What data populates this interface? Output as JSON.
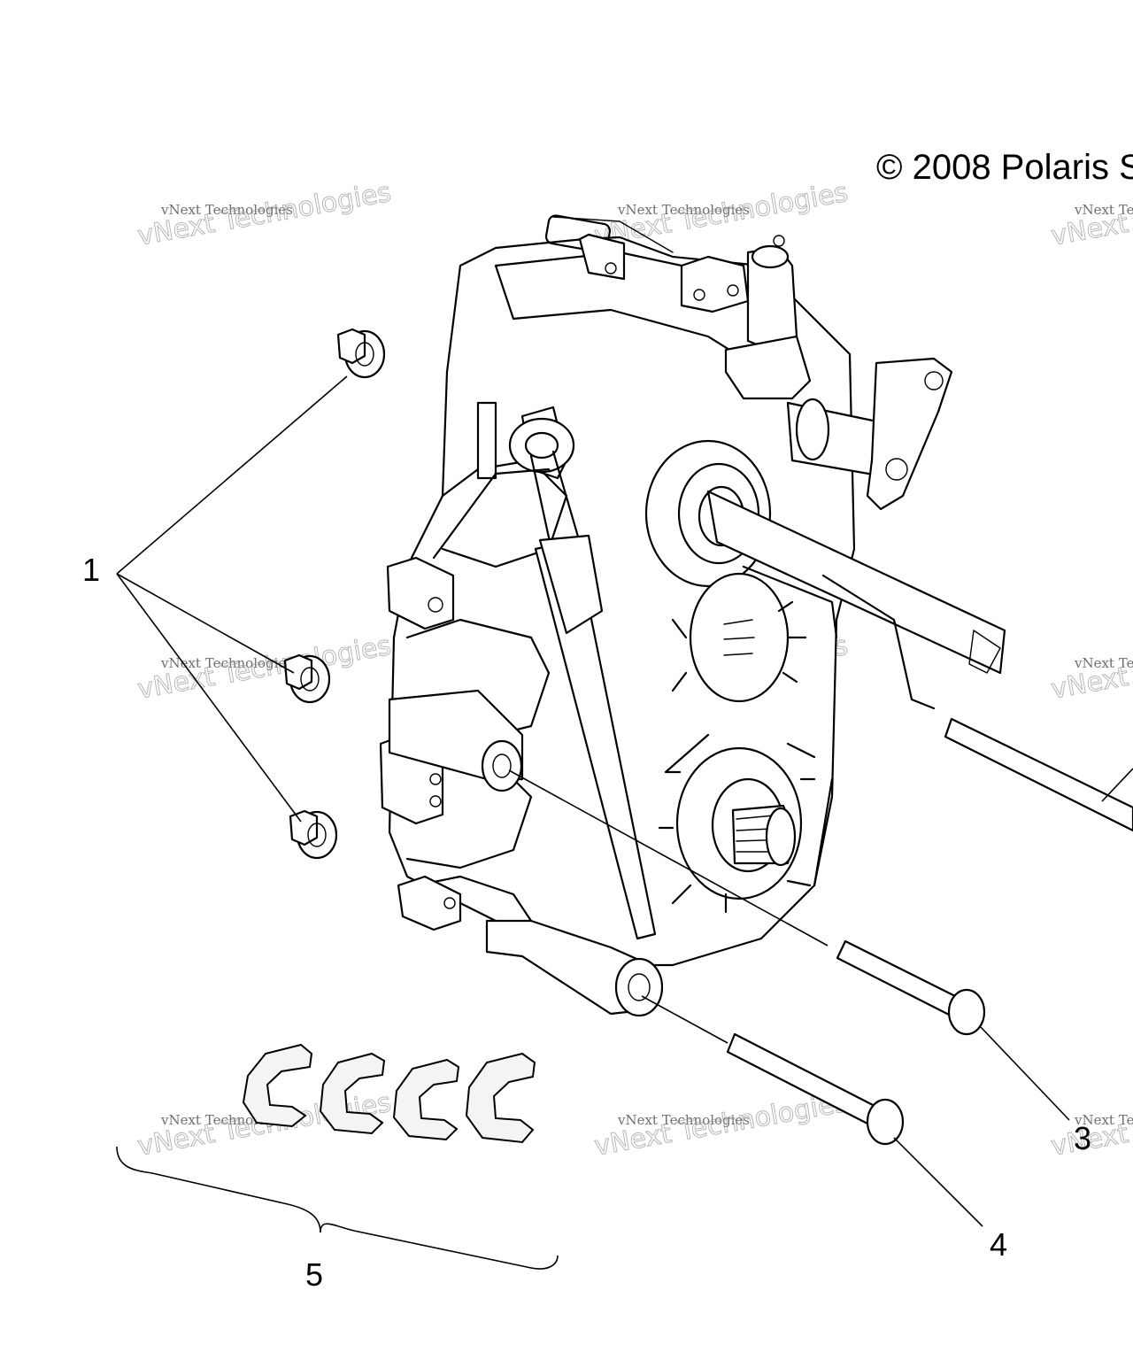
{
  "copyright": "© 2008 Polaris S",
  "watermark": {
    "small": "vNext Technologies",
    "large": "vNext Technologies"
  },
  "callouts": [
    "1",
    "3",
    "4",
    "5"
  ],
  "colors": {
    "line": "#000000",
    "background": "#ffffff",
    "watermark": "#9a9a9a"
  }
}
